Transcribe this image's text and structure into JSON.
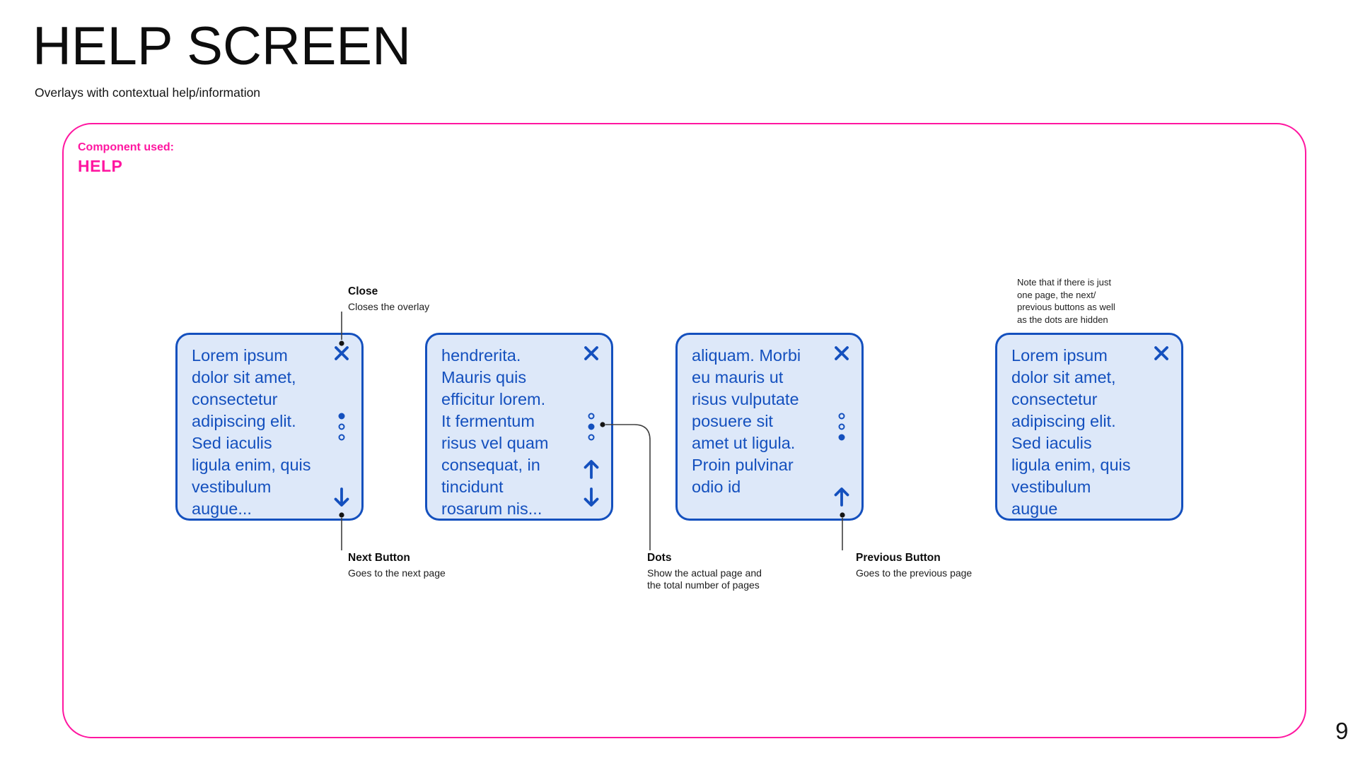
{
  "page": {
    "title": "HELP SCREEN",
    "subtitle": "Overlays with contextual help/information",
    "page_number": "9"
  },
  "panel": {
    "component_used_label": "Component used:",
    "component_name": "HELP",
    "note": "Note that if there is just\none page, the next/\nprevious buttons as well\nas the dots are hidden"
  },
  "colors": {
    "accent_pink": "#FF16A0",
    "card_blue": "#1450BE",
    "card_background": "#DDE8F9"
  },
  "icons": {
    "close": "x-icon",
    "next": "arrow-down-icon",
    "previous": "arrow-up-icon",
    "dots": "page-dots-indicator"
  },
  "cards": [
    {
      "text": "Lorem ipsum\ndolor sit amet,\nconsectetur\nadipiscing elit.\nSed iaculis\nligula enim, quis\nvestibulum\naugue...",
      "close": true,
      "active_page": 1,
      "total_pages": 3,
      "arrows": [
        "down"
      ]
    },
    {
      "text": "hendrerita.\nMauris quis\nefficitur lorem.\nIt fermentum\nrisus vel quam\nconsequat, in\ntincidunt\nrosarum nis...",
      "close": true,
      "active_page": 2,
      "total_pages": 3,
      "arrows": [
        "up",
        "down"
      ]
    },
    {
      "text": "aliquam. Morbi\neu mauris ut\nrisus vulputate\nposuere sit\namet ut ligula.\nProin pulvinar\nodio id",
      "close": true,
      "active_page": 3,
      "total_pages": 3,
      "arrows": [
        "up"
      ]
    },
    {
      "text": "Lorem ipsum\ndolor sit amet,\nconsectetur\nadipiscing elit.\nSed iaculis\nligula enim, quis\nvestibulum\naugue",
      "close": true,
      "active_page": 1,
      "total_pages": 1,
      "arrows": []
    }
  ],
  "annotations": {
    "close": {
      "title": "Close",
      "desc": "Closes the overlay"
    },
    "next": {
      "title": "Next Button",
      "desc": "Goes to the next page"
    },
    "dots": {
      "title": "Dots",
      "desc": "Show the actual page and\nthe total number of pages"
    },
    "previous": {
      "title": "Previous Button",
      "desc": "Goes to the previous page"
    }
  }
}
